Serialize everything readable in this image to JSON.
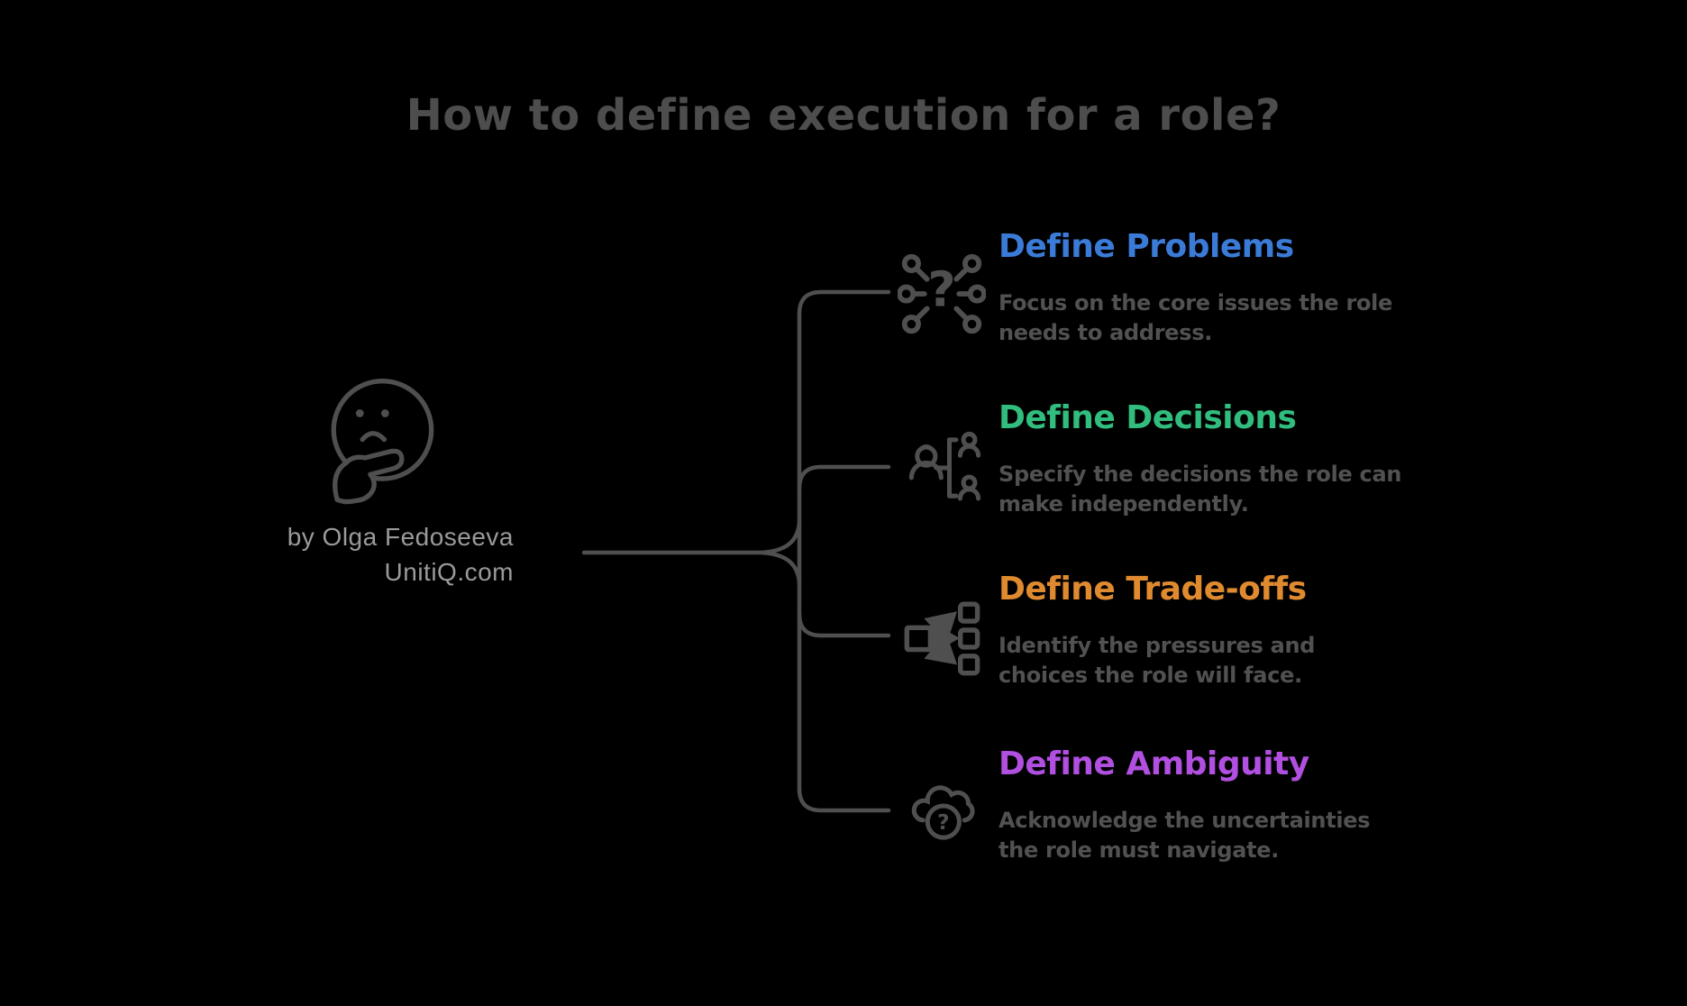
{
  "title": "How to define execution for a role?",
  "attribution": {
    "line1": "by Olga Fedoseeva",
    "line2": "UnitiQ.com"
  },
  "center": {
    "icon": "thinking-face-icon"
  },
  "branches": [
    {
      "heading": "Define Problems",
      "heading_color": "#3b7bd8",
      "description": "Focus on the core issues the role\nneeds to address.",
      "icon": "question-network-icon"
    },
    {
      "heading": "Define Decisions",
      "heading_color": "#30bd7d",
      "description": "Specify the decisions the role can\nmake independently.",
      "icon": "delegation-icon"
    },
    {
      "heading": "Define Trade-offs",
      "heading_color": "#e08a30",
      "description": "Identify the pressures and\nchoices the role will face.",
      "icon": "branching-arrows-icon"
    },
    {
      "heading": "Define Ambiguity",
      "heading_color": "#b14fe0",
      "description": "Acknowledge the uncertainties\nthe role must navigate.",
      "icon": "cloud-question-icon"
    }
  ],
  "colors": {
    "background": "#000000",
    "title_text": "#4d4d4d",
    "body_text": "#515151",
    "attribution_text": "#9a9a9a",
    "line_and_icon": "#4f4f4f"
  }
}
